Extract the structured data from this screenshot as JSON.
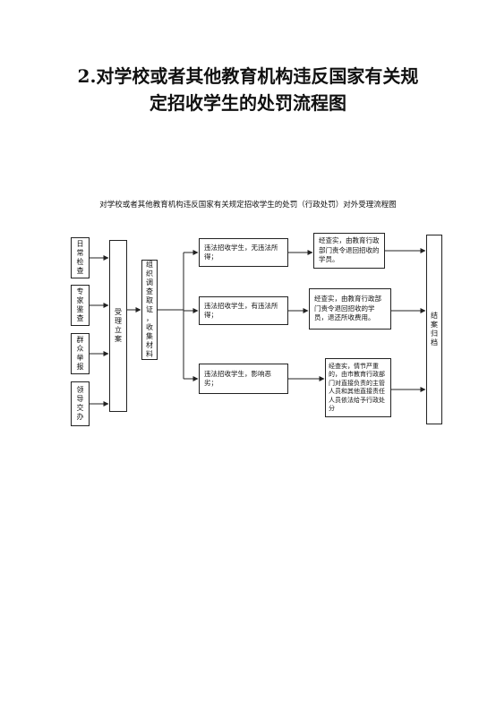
{
  "document": {
    "title_line1": "2.对学校或者其他教育机构违反国家有关规",
    "title_line2": "定招收学生的处罚流程图"
  },
  "diagram": {
    "title": "对学校或者其他教育机构违反国家有关规定招收学生的处罚（行政处罚）对外受理流程图",
    "sources": [
      "日常检查",
      "专家鉴查",
      "群众举报",
      "领导交办"
    ],
    "accept_case": "受理立案",
    "investigate": "组织调查取证，收集材料",
    "situations": [
      "违法招收学生，无违法所得；",
      "违法招收学生，有违法所得；",
      "违法招收学生，影响恶劣；"
    ],
    "outcomes": [
      "经查实，由教育行政部门责令退回招收的学员。",
      "经查实，由教育行政部门责令退回招收的学员，退还所收费用。",
      "经查实，情节严重的，由市教育行政部门对直接负责的主管人员和其他直接责任人员依法给予行政处分"
    ],
    "close_case": "结案归档"
  }
}
